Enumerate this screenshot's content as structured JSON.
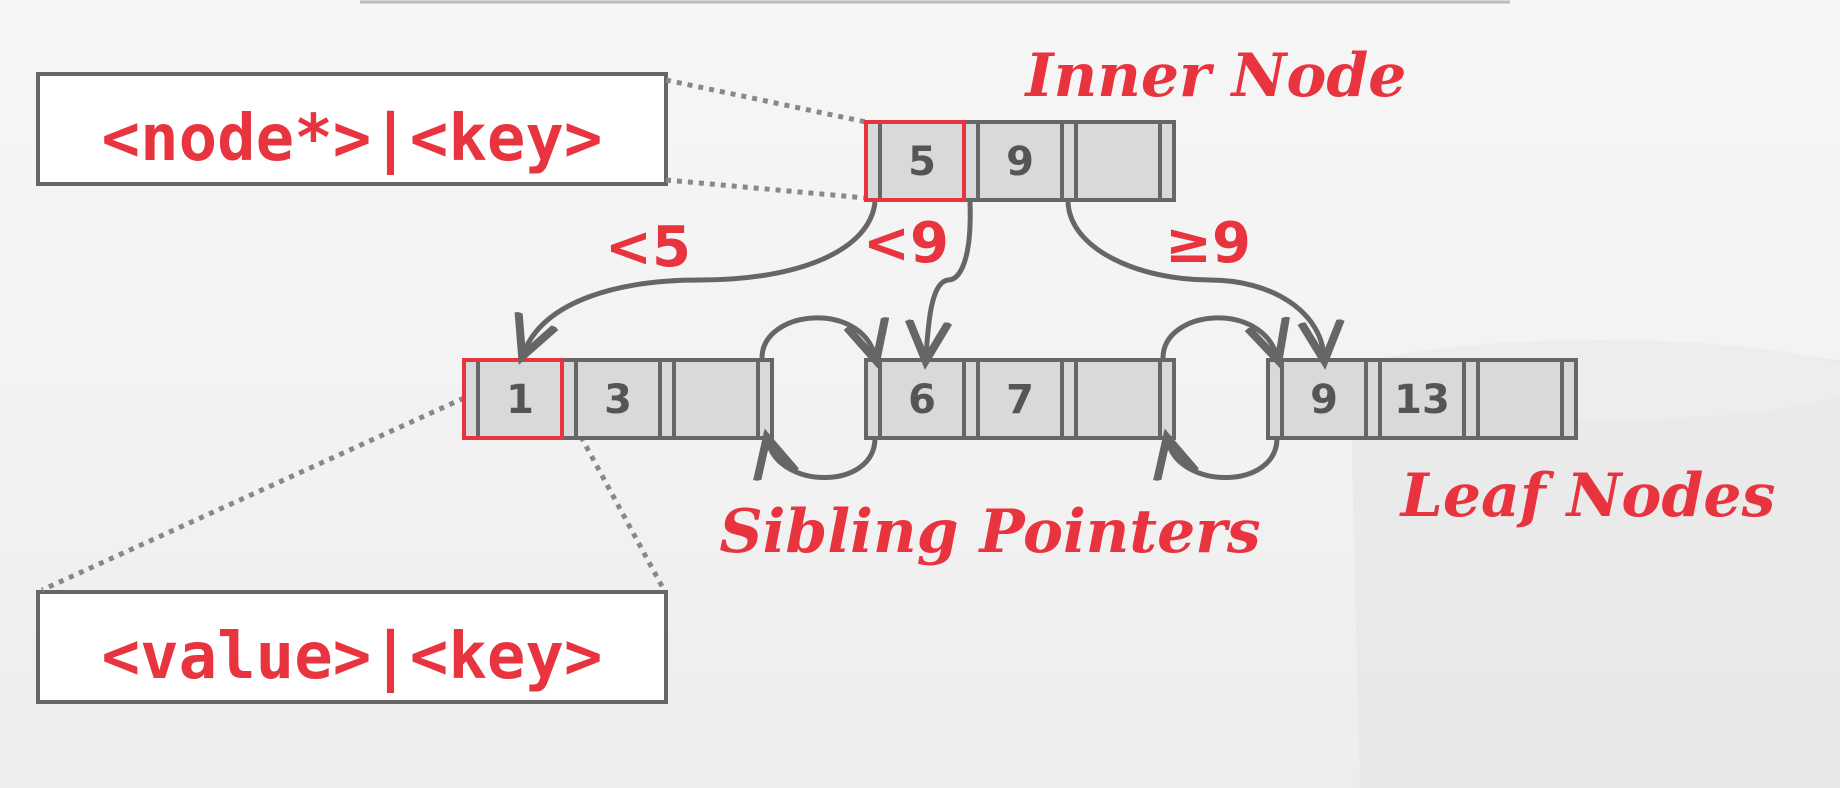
{
  "callouts": {
    "inner_entry": "<node*>|<key>",
    "leaf_entry": "<value>|<key>"
  },
  "labels": {
    "inner_node": "Inner Node",
    "leaf_nodes": "Leaf Nodes",
    "sibling_pointers": "Sibling Pointers"
  },
  "edges": {
    "lt5": "<5",
    "lt9": "<9",
    "ge9": "≥9"
  },
  "inner_node": {
    "keys": [
      "5",
      "9",
      ""
    ]
  },
  "leaf_nodes": [
    {
      "keys": [
        "1",
        "3",
        ""
      ]
    },
    {
      "keys": [
        "6",
        "7",
        ""
      ]
    },
    {
      "keys": [
        "9",
        "13",
        ""
      ]
    }
  ],
  "colors": {
    "accent": "#e8343f",
    "node_fill": "#d9d9d9",
    "stroke": "#666666"
  }
}
